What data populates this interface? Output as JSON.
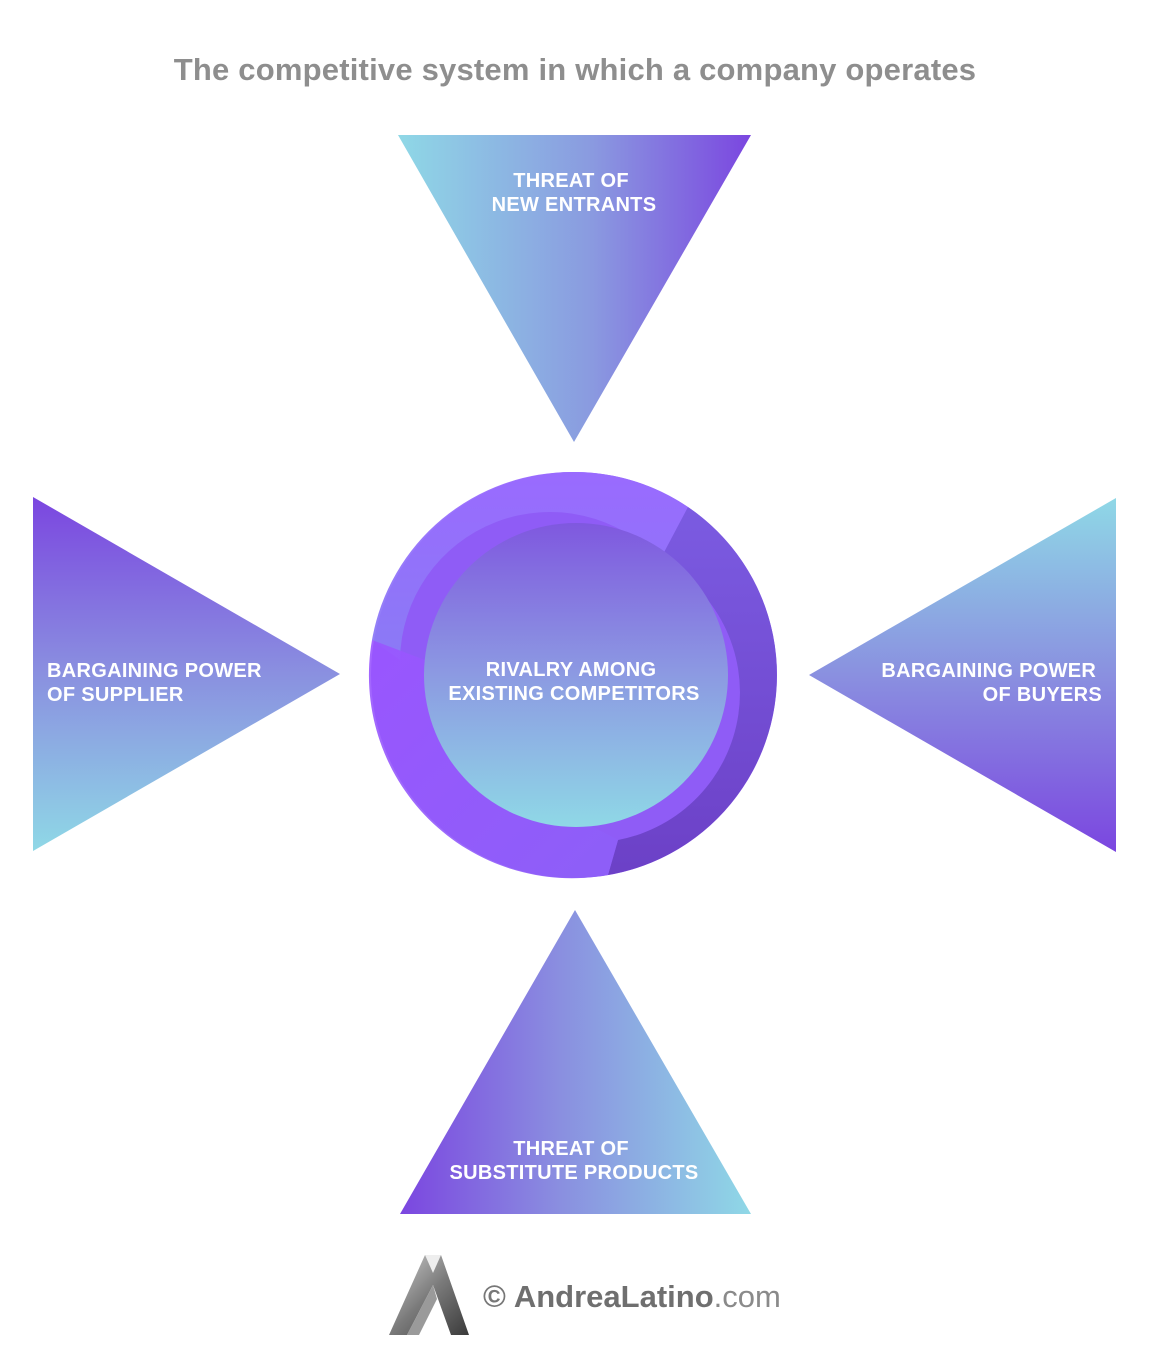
{
  "title": "The competitive system in which a company operates",
  "colors": {
    "purple": "#7b46e0",
    "violet": "#9a5cff",
    "cyan": "#8fd8e6",
    "title_gray": "#8e8e8e"
  },
  "forces": {
    "top": [
      "THREAT OF",
      "NEW ENTRANTS"
    ],
    "left": [
      "BARGAINING POWER",
      "OF SUPPLIER"
    ],
    "right": [
      "BARGAINING POWER",
      "OF BUYERS"
    ],
    "bottom": [
      "THREAT OF",
      "SUBSTITUTE PRODUCTS"
    ],
    "center": [
      "RIVALRY AMONG",
      "EXISTING COMPETITORS"
    ]
  },
  "footer": {
    "copyright": "©",
    "brand_name": "AndreaLatino",
    "brand_tld": ".com",
    "logo_icon": "stylized-a-logo-icon"
  }
}
